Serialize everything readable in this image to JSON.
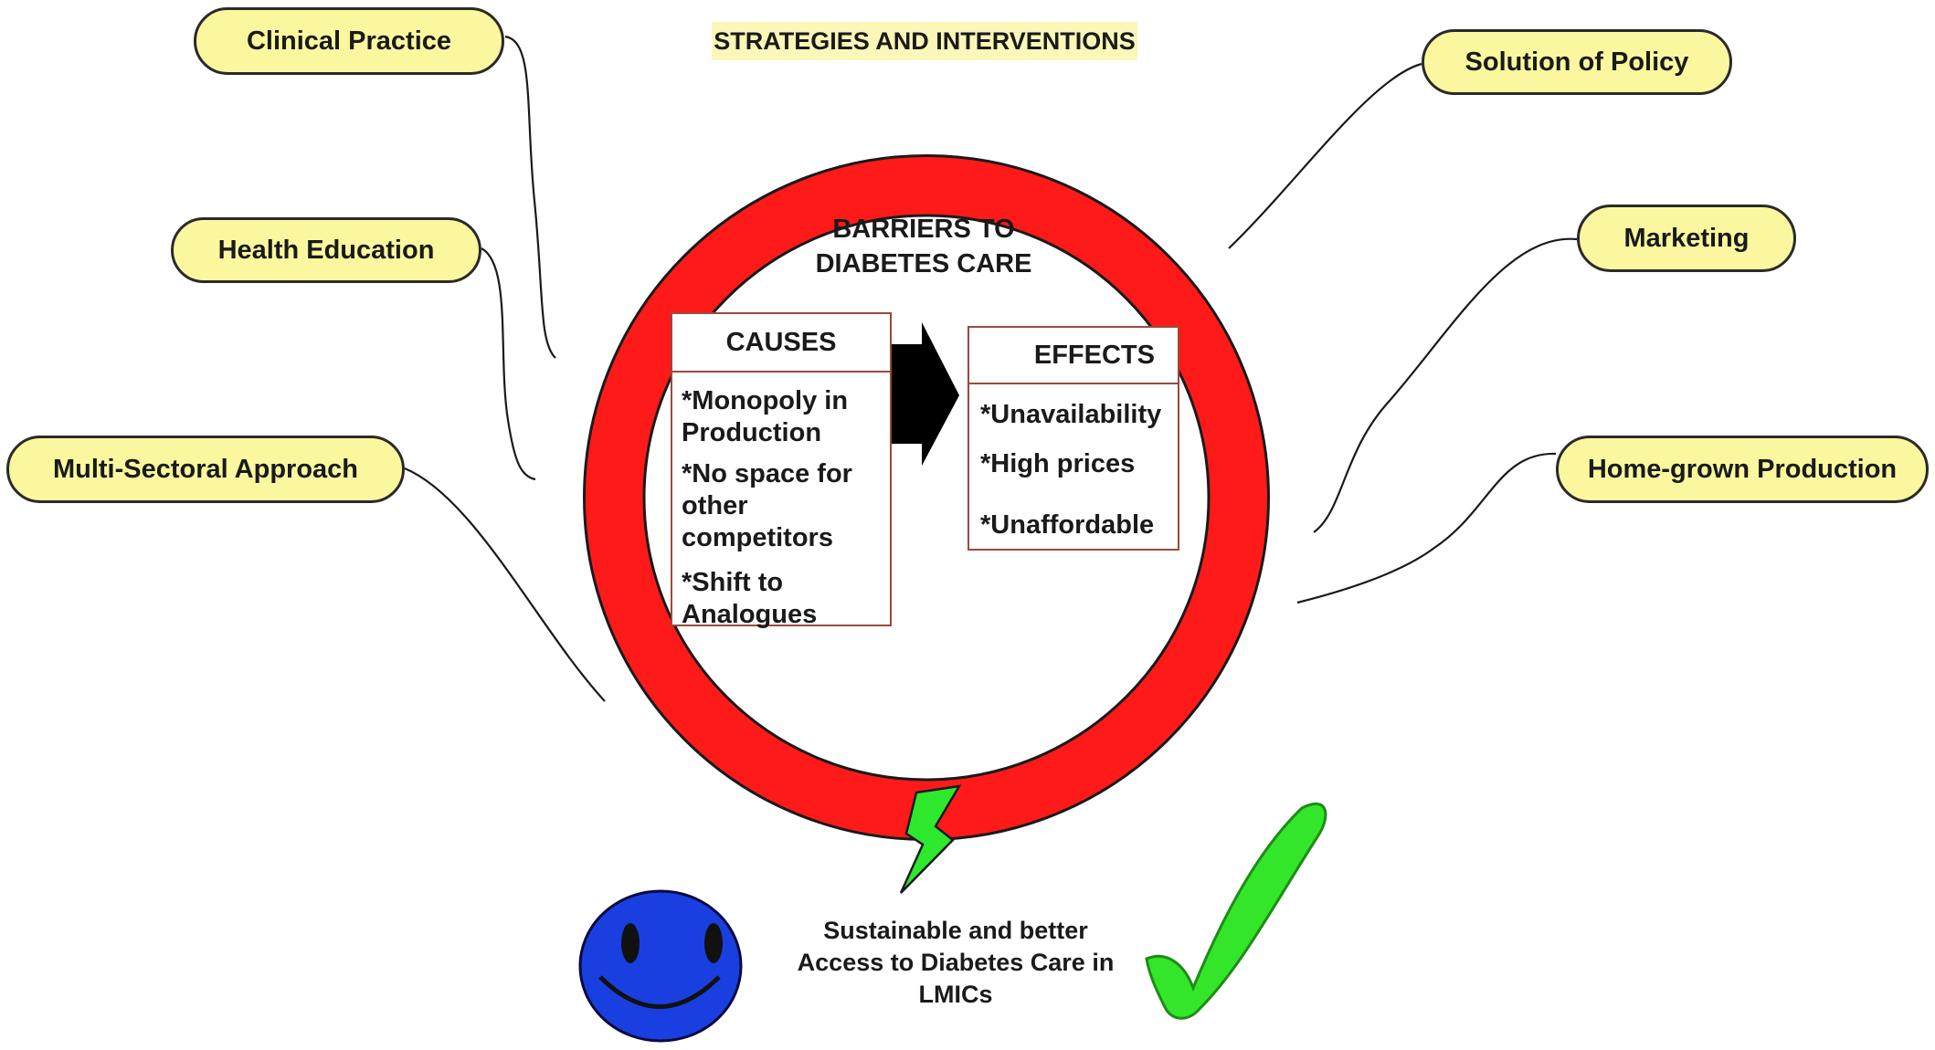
{
  "header": {
    "title": "STRATEGIES AND INTERVENTIONS"
  },
  "center": {
    "title_line1": "BARRIERS TO",
    "title_line2": "DIABETES CARE"
  },
  "causes": {
    "heading": "CAUSES",
    "items": [
      "*Monopoly in\nProduction",
      "*No space for\nother\ncompetitors",
      "*Shift to\nAnalogues"
    ]
  },
  "effects": {
    "heading": "EFFECTS",
    "items": [
      "*Unavailability",
      "*High prices",
      "*Unaffordable"
    ]
  },
  "strategies_left": [
    "Clinical Practice",
    "Health Education",
    "Multi-Sectoral Approach"
  ],
  "strategies_right": [
    "Solution of Policy",
    "Marketing",
    "Home-grown Production"
  ],
  "outcome": {
    "line1": "Sustainable and better",
    "line2": "Access to Diabetes Care in",
    "line3": "LMICs"
  },
  "icons": [
    "arrow-right-icon",
    "lightning-crack-icon",
    "smiley-face-icon",
    "checkmark-icon"
  ],
  "colors": {
    "ring": "#ff1a1a",
    "pill_fill": "#fbf79e",
    "banner": "#fbf7b8",
    "smiley": "#1a3fe0",
    "check": "#33e62a",
    "crack": "#2ee82e",
    "box_border": "#9a4a3a"
  }
}
